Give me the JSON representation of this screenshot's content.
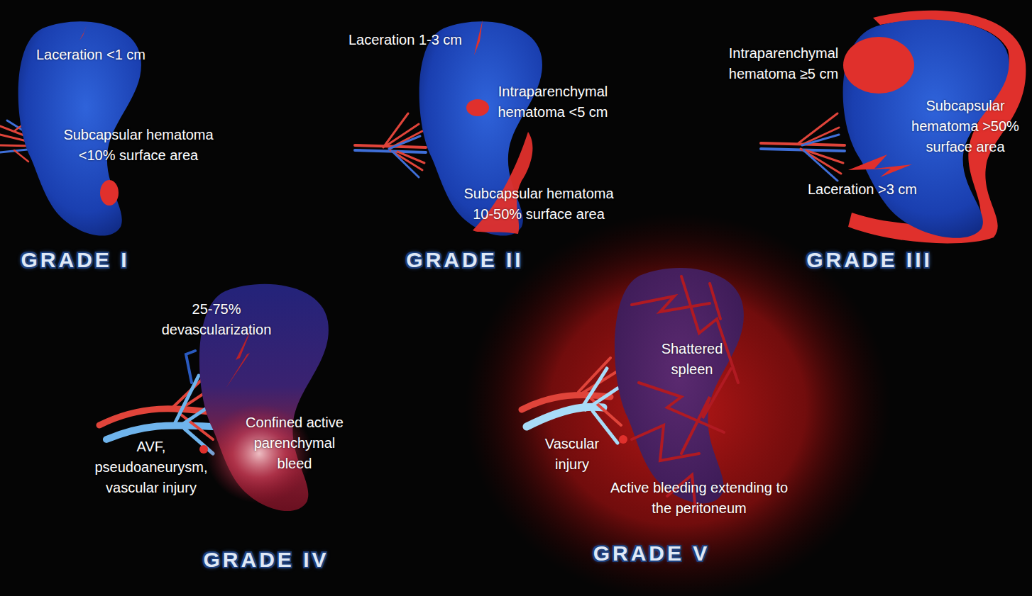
{
  "diagram": {
    "labels": [
      "Laceration <1 cm",
      "Subcapsular hematoma <10% surface area",
      "GRADE I",
      "Laceration 1-3 cm",
      "Intraparenchymal hematoma <5 cm",
      "Subcapsular hematoma 10-50% surface area",
      "GRADE II",
      "Intraparenchymal hematoma ≥5 cm",
      "Subcapsular hematoma >50% surface area",
      "Laceration >3 cm",
      "GRADE III",
      "25-75% devascularization",
      "AVF, pseudoaneurysm, vascular injury",
      "Confined active parenchymal bleed",
      "GRADE IV",
      "Shattered spleen",
      "Vascular injury",
      "Active bleeding extending to the peritoneum",
      "GRADE V"
    ]
  }
}
